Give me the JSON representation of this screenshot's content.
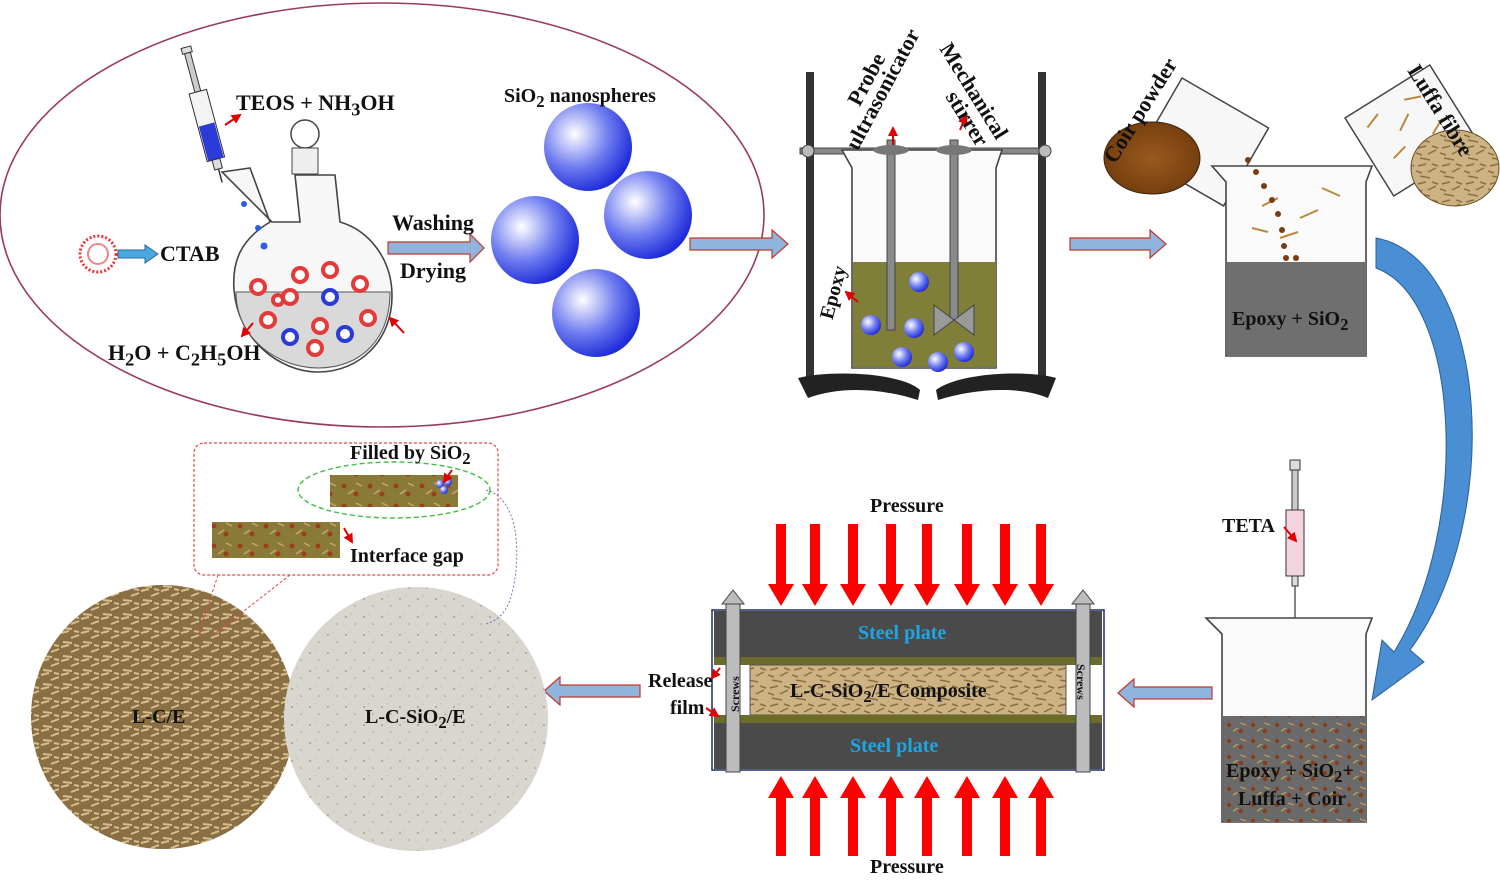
{
  "step1": {
    "reagent": "TEOS + NH",
    "reagent_sub": "3",
    "reagent_tail": "OH",
    "surfactant": "CTAB",
    "solvent_a": "H",
    "solvent_a_sub": "2",
    "solvent_b": "O + C",
    "solvent_b_sub1": "2",
    "solvent_c": "H",
    "solvent_c_sub2": "5",
    "solvent_d": "OH"
  },
  "step2": {
    "wash": "Washing",
    "dry": "Drying",
    "product": "SiO",
    "product_sub": "2",
    "product_tail": "  nanospheres"
  },
  "step3": {
    "probe_line1": "Probe",
    "probe_line2": "ultrasonicator",
    "stirrer_line1": "Mechanical",
    "stirrer_line2": "stirrer",
    "epoxy": "Epoxy"
  },
  "step4": {
    "coir": "Coir powder",
    "luffa": "Luffa fibre",
    "mix": "Epoxy + SiO",
    "mix_sub": "2"
  },
  "step5": {
    "hardener": "TETA",
    "mix_line1": "Epoxy + SiO",
    "mix_line1_sub": "2",
    "mix_line1_tail": "+",
    "mix_line2": "Luffa + Coir"
  },
  "step6": {
    "pressure_top": "Pressure",
    "pressure_bottom": "Pressure",
    "plate_top": "Steel plate",
    "plate_bottom": "Steel plate",
    "composite": "L-C-SiO",
    "composite_sub": "2",
    "composite_tail": "/E Composite",
    "screws_left": "Screws",
    "screws_right": "Screws",
    "release_line1": "Release",
    "release_line2": "film"
  },
  "step7": {
    "filled": "Filled by SiO",
    "filled_sub": "2",
    "gap": "Interface gap",
    "photo_a": "L-C/E",
    "photo_b": "L-C-SiO",
    "photo_b_sub": "2",
    "photo_b_tail": "/E"
  },
  "colors": {
    "arrow_fill": "#8fb4de",
    "arrow_stroke": "#c0392b",
    "nanosphere": "#2b3fe0",
    "epoxy_liquid": "#7f7f3a",
    "plate": "#4a4a4a",
    "label_blue": "#1ba7e6",
    "red_arrow": "#ff0000"
  }
}
